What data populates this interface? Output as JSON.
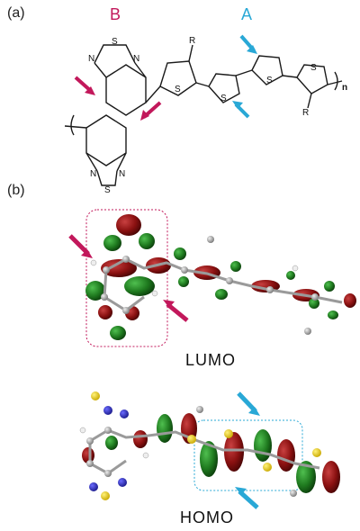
{
  "panel_a": {
    "label": "(a)",
    "unit_b_label": "B",
    "unit_a_label": "A",
    "atoms": {
      "s": "S",
      "n": "N",
      "r": "R",
      "n_sub": "n"
    }
  },
  "panel_b": {
    "label": "(b)",
    "lumo_label": "LUMO",
    "homo_label": "HOMO"
  },
  "colors": {
    "unit_b": "#c2185b",
    "unit_a": "#29a8d6",
    "orbital_red": "#8b1111",
    "orbital_green": "#1f7a1f",
    "lumo_box": "#c2185b",
    "homo_box": "#29a8d6"
  }
}
